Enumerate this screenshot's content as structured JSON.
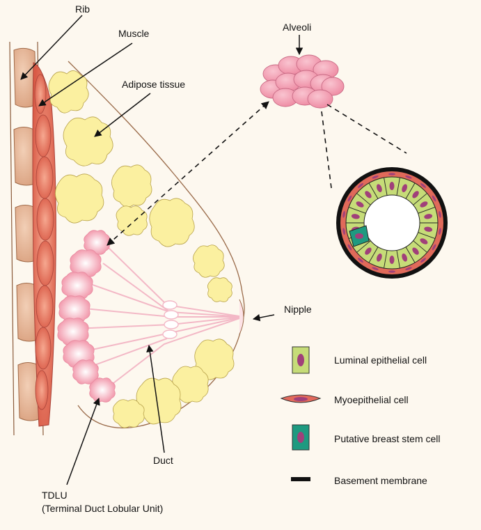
{
  "labels": {
    "rib": "Rib",
    "muscle": "Muscle",
    "adipose": "Adipose tissue",
    "alveoli": "Alveoli",
    "nipple": "Nipple",
    "duct": "Duct",
    "tdlu_line1": "TDLU",
    "tdlu_line2": "(Terminal Duct Lobular Unit)"
  },
  "legend": [
    {
      "id": "luminal",
      "label": "Luminal epithelial cell"
    },
    {
      "id": "myo",
      "label": "Myoepithelial cell"
    },
    {
      "id": "stem",
      "label": "Putative breast stem cell"
    },
    {
      "id": "basement",
      "label": "Basement membrane"
    }
  ],
  "colors": {
    "background": "#fdf8ef",
    "rib": "#e8b898",
    "muscle": "#e8705a",
    "adipose": "#fbf0a0",
    "alveoli": "#f4a0b4",
    "duct": "#f8cdd6",
    "luminal": "#c6dc78",
    "myo": "#e26a5c",
    "stem": "#1e9a80",
    "nucleus": "#a0407a",
    "basement": "#1a1a1a",
    "outline": "#9a6b4a"
  }
}
